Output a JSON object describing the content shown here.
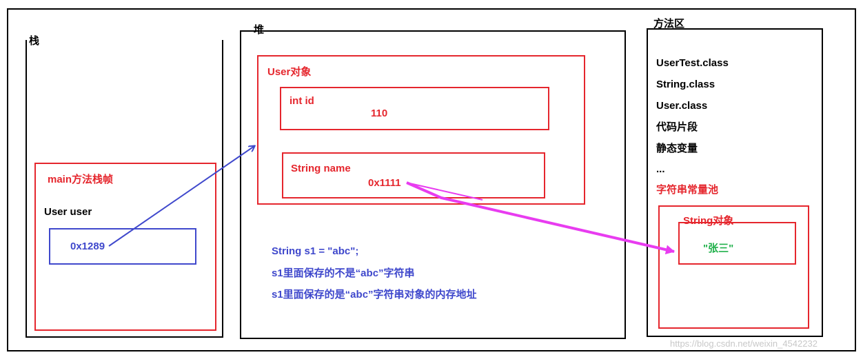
{
  "stack": {
    "title": "栈",
    "frame_label": "main方法栈帧",
    "var_label": "User user",
    "ref_value": "0x1289"
  },
  "heap": {
    "title": "堆",
    "object_label": "User对象",
    "field_id": {
      "name": "int id",
      "value": "110"
    },
    "field_name": {
      "name": "String name",
      "value": "0x1111"
    },
    "notes": [
      "String s1 = \"abc\";",
      "s1里面保存的不是“abc”字符串",
      "s1里面保存的是“abc”字符串对象的内存地址"
    ]
  },
  "method_area": {
    "title": "方法区",
    "items": [
      "UserTest.class",
      "String.class",
      "User.class",
      "代码片段",
      "静态变量",
      "..."
    ],
    "pool_label": "字符串常量池",
    "string_object_label": "String对象",
    "string_value": "\"张三\""
  },
  "watermark": "https://blog.csdn.net/weixin_4542232",
  "colors": {
    "red": "#e5262d",
    "blue": "#3f48cc",
    "magenta": "#e83cf0",
    "green": "#22b14c",
    "black": "#000000"
  }
}
